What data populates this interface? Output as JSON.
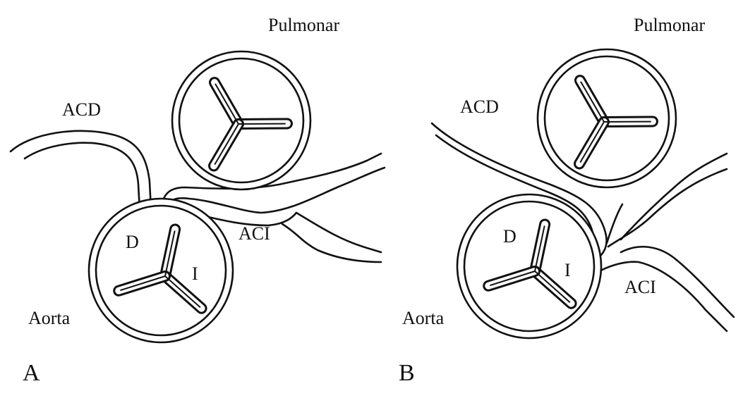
{
  "panels": [
    {
      "id": "A",
      "label": "A",
      "labels": {
        "pulmonar": "Pulmonar",
        "acd": "ACD",
        "aci": "ACI",
        "aorta": "Aorta",
        "d": "D",
        "i": "I"
      }
    },
    {
      "id": "B",
      "label": "B",
      "labels": {
        "pulmonar": "Pulmonar",
        "acd": "ACD",
        "aci": "ACI",
        "aorta": "Aorta",
        "d": "D",
        "i": "I"
      }
    }
  ],
  "colors": {
    "stroke": "#111111",
    "background": "#ffffff"
  }
}
